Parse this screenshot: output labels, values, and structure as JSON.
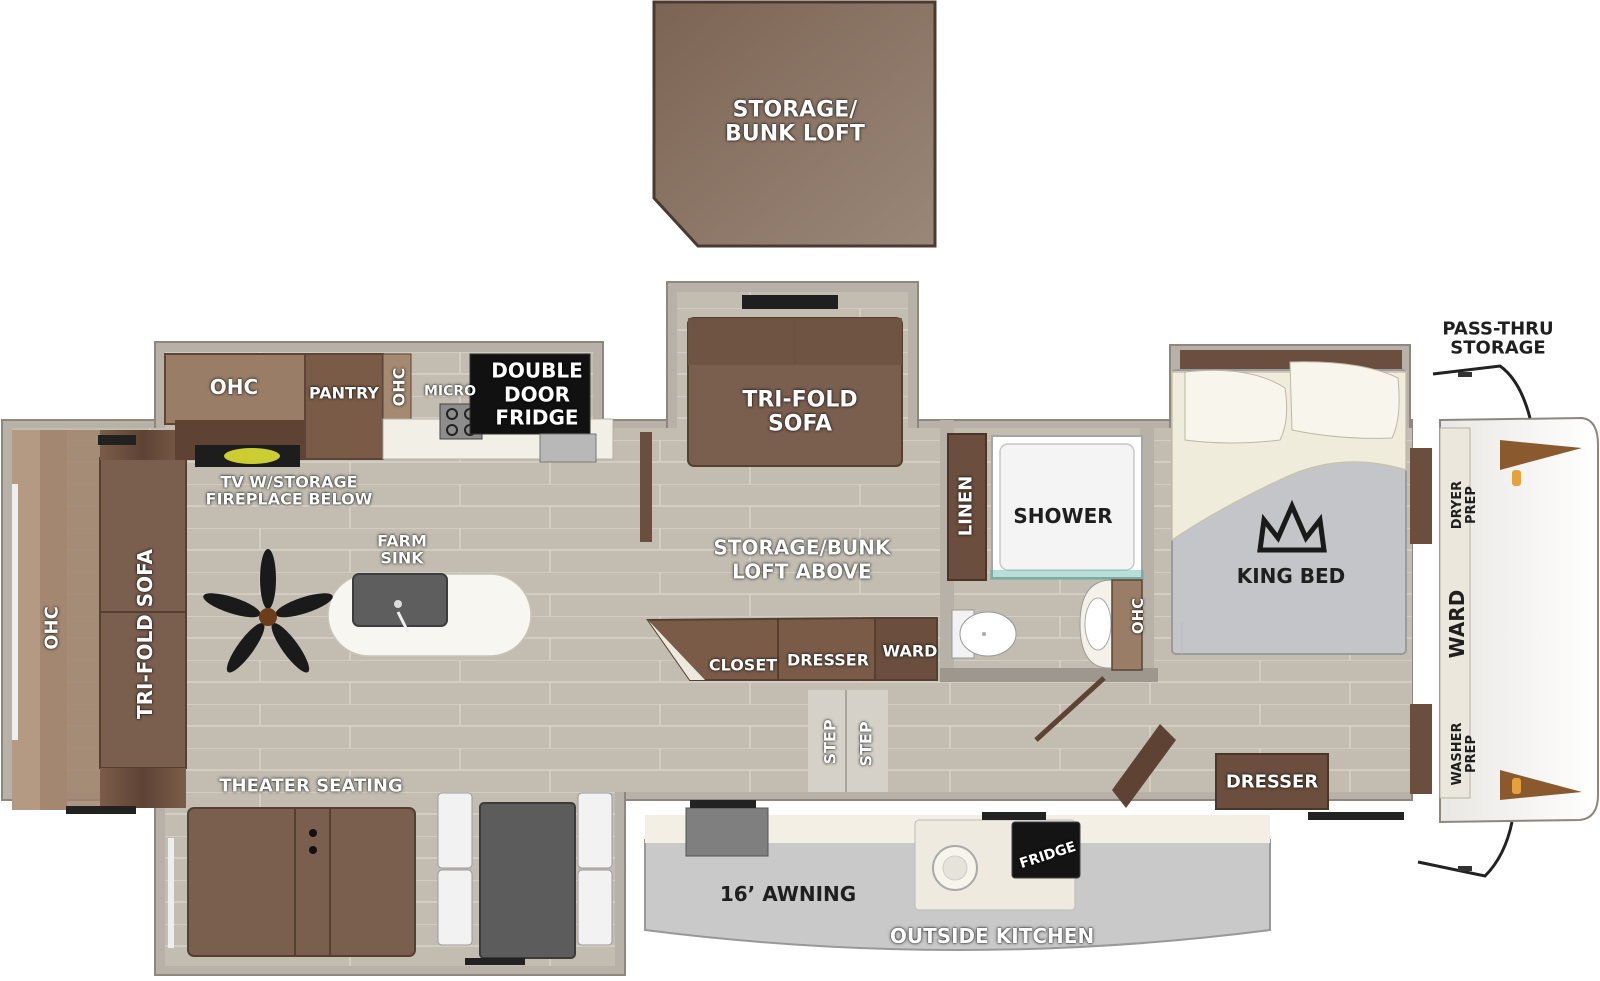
{
  "colors": {
    "floor": "#c3bdb2",
    "floor_line": "#ddd8cf",
    "wall": "#b8b2a7",
    "wood_dark": "#6b4e3d",
    "wood_light": "#9a7d66",
    "loft": "#8a7565",
    "sofa": "#7a5e4e",
    "counter": "#f2efe6",
    "bed": "#c4c5c9",
    "outside": "#c9c9c9"
  },
  "icons": [
    "ceiling-fan-icon",
    "crown-logo-icon",
    "sink-icon",
    "toilet-icon",
    "stove-icon"
  ],
  "labels": {
    "storage_bunk_loft": "STORAGE/\nBUNK LOFT",
    "pass_thru_storage": "PASS-THRU\nSTORAGE",
    "ohc_kitchen": "OHC",
    "pantry": "PANTRY",
    "ohc_small": "OHC",
    "micro": "MICRO",
    "double_door_fridge": "DOUBLE\nDOOR\nFRIDGE",
    "tri_fold_sofa_slide": "TRI-FOLD\nSOFA",
    "tv_fireplace": "TV W/STORAGE\nFIREPLACE BELOW",
    "farm_sink": "FARM\nSINK",
    "storage_bunk_loft_above": "STORAGE/BUNK\nLOFT ABOVE",
    "linen": "LINEN",
    "shower": "SHOWER",
    "king_bed": "KING BED",
    "dryer_prep": "DRYER\nPREP",
    "ward_right": "WARD",
    "washer_prep": "WASHER\nPREP",
    "ohc_rear": "OHC",
    "tri_fold_sofa_rear": "TRI-FOLD SOFA",
    "ohc_bath": "OHC",
    "closet": "CLOSET",
    "dresser_mid": "DRESSER",
    "ward_mid": "WARD",
    "step_1": "STEP",
    "step_2": "STEP",
    "dresser_bed": "DRESSER",
    "theater_seating": "THEATER SEATING",
    "awning": "16’ AWNING",
    "outside_fridge": "FRIDGE",
    "outside_kitchen": "OUTSIDE KITCHEN"
  }
}
